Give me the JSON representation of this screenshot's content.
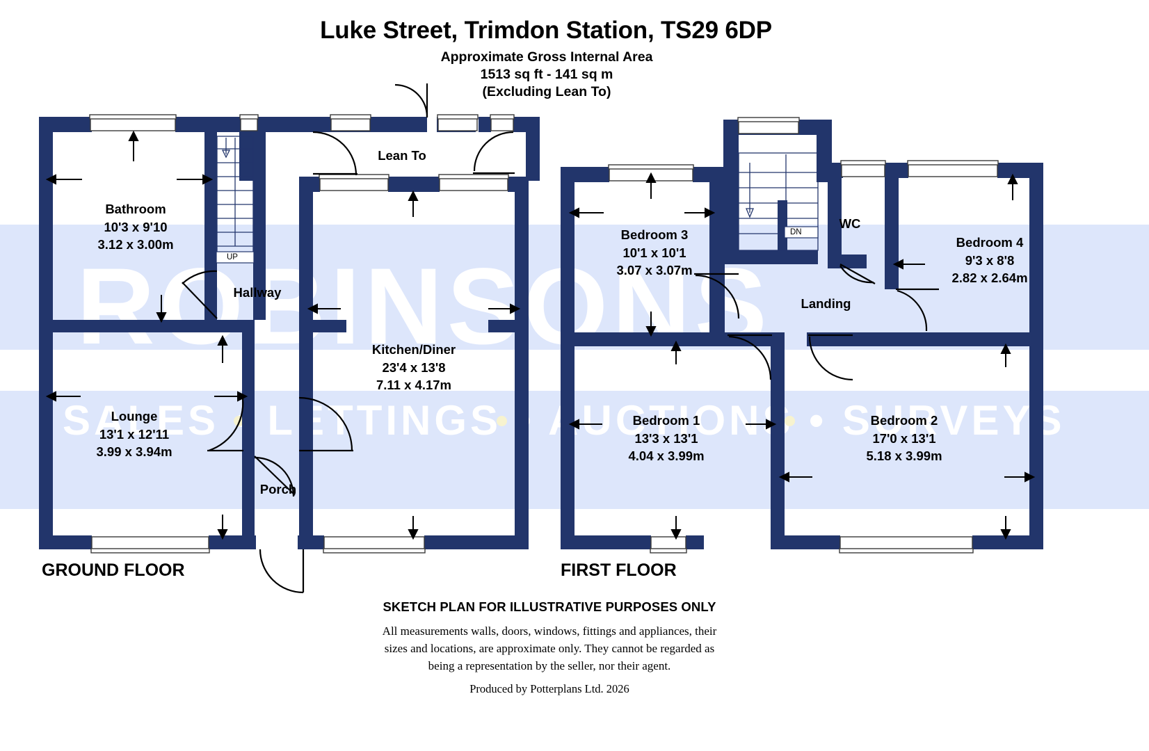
{
  "header": {
    "title": "Luke Street, Trimdon Station, TS29 6DP",
    "area_label": "Approximate Gross Internal Area",
    "area_value": "1513 sq ft - 141 sq m",
    "area_note": "(Excluding Lean To)"
  },
  "watermark": {
    "brand": "ROBINSONS",
    "services": "SALES • LETTINGS • AUCTIONS • SURVEYS",
    "band_color": "#dde6fb",
    "text_color": "#ffffff"
  },
  "colors": {
    "wall": "#22356b",
    "wall_light": "#2b3f72",
    "background": "#ffffff",
    "text": "#000000"
  },
  "floors": [
    {
      "name": "ground",
      "label": "GROUND FLOOR",
      "rooms": [
        {
          "name": "Bathroom",
          "imperial": "10'3 x 9'10",
          "metric": "3.12 x 3.00m"
        },
        {
          "name": "Hallway",
          "imperial": "",
          "metric": ""
        },
        {
          "name": "Lean To",
          "imperial": "",
          "metric": ""
        },
        {
          "name": "Lounge",
          "imperial": "13'1 x 12'11",
          "metric": "3.99 x 3.94m"
        },
        {
          "name": "Kitchen/Diner",
          "imperial": "23'4 x 13'8",
          "metric": "7.11 x 4.17m"
        },
        {
          "name": "Porch",
          "imperial": "",
          "metric": ""
        }
      ],
      "stair_label": "UP"
    },
    {
      "name": "first",
      "label": "FIRST FLOOR",
      "rooms": [
        {
          "name": "Bedroom 3",
          "imperial": "10'1 x 10'1",
          "metric": "3.07 x 3.07m"
        },
        {
          "name": "WC",
          "imperial": "",
          "metric": ""
        },
        {
          "name": "Bedroom 4",
          "imperial": "9'3 x 8'8",
          "metric": "2.82 x 2.64m"
        },
        {
          "name": "Landing",
          "imperial": "",
          "metric": ""
        },
        {
          "name": "Bedroom 1",
          "imperial": "13'3 x 13'1",
          "metric": "4.04 x 3.99m"
        },
        {
          "name": "Bedroom 2",
          "imperial": "17'0 x 13'1",
          "metric": "5.18 x 3.99m"
        }
      ],
      "stair_label": "DN"
    }
  ],
  "footer": {
    "sketch_notice": "SKETCH PLAN FOR ILLUSTRATIVE PURPOSES ONLY",
    "disclaimer_line1": "All measurements walls, doors, windows, fittings and appliances, their",
    "disclaimer_line2": "sizes and locations, are approximate only. They cannot be regarded as",
    "disclaimer_line3": "being a representation by the seller, nor their agent.",
    "producer": "Produced by Potterplans Ltd. 2026"
  }
}
